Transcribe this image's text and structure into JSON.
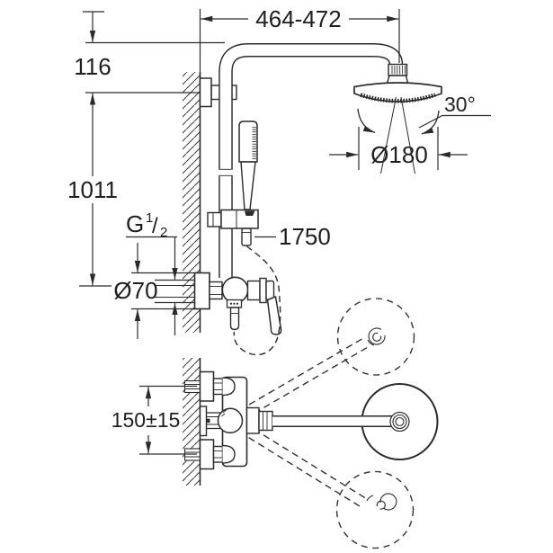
{
  "drawing": {
    "type": "technical-installation-diagram",
    "subject": "wall-mounted shower system with head shower, hand shower and single-lever mixer (side view and top view)",
    "colors": {
      "line": "#2b2b2b",
      "text": "#1f1f1f",
      "background": "#ffffff"
    },
    "dimensions": {
      "top_width": "464-472",
      "arm_drop_height": "116",
      "rail_height": "1011",
      "thread": {
        "g": "G",
        "num": "1",
        "slash": "/",
        "den": "2"
      },
      "flange_diameter": "Ø70",
      "hose_length": "1750",
      "tilt_angle": "30°",
      "head_diameter": "Ø180",
      "connection_spacing": "150±15"
    }
  }
}
